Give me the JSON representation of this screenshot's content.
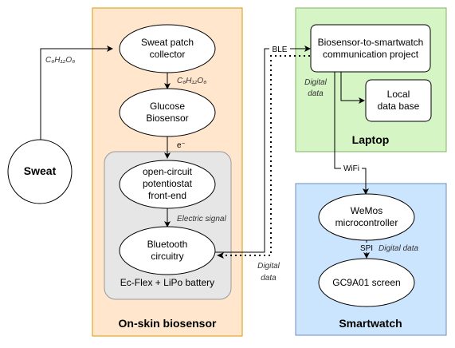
{
  "groups": {
    "onskin": {
      "title": "On-skin biosensor",
      "fill": "#FFE6CC",
      "stroke": "#d79b00"
    },
    "laptop": {
      "title": "Laptop",
      "fill": "#D5F5C4",
      "stroke": "#82b366"
    },
    "smartwatch": {
      "title": "Smartwatch",
      "fill": "#CCE5FF",
      "stroke": "#6c8ebf"
    },
    "ecflex": {
      "title": "Ec-Flex + LiPo battery",
      "fill": "#e6e6e6",
      "stroke": "#999999"
    }
  },
  "nodes": {
    "sweat": {
      "label": "Sweat"
    },
    "sweat_patch": {
      "line1": "Sweat patch",
      "line2": "collector"
    },
    "glucose": {
      "line1": "Glucose",
      "line2": "Biosensor"
    },
    "potentiostat": {
      "line1": "open-circuit",
      "line2": "potentiostat",
      "line3": "front-end"
    },
    "bluetooth": {
      "line1": "Bluetooth",
      "line2": "circuitry"
    },
    "project": {
      "line1": "Biosensor-to-smartwatch",
      "line2": "communication project"
    },
    "database": {
      "line1": "Local",
      "line2": "data base"
    },
    "wemos": {
      "line1": "WeMos",
      "line2": "microcontroller"
    },
    "screen": {
      "label": "GC9A01 screen"
    }
  },
  "edges": {
    "sweat_formula": "C₆H₁₂O₆",
    "patch_formula": "C₆H₁₂O₆",
    "electron": "e⁻",
    "electric_signal": "Electric signal",
    "ble": "BLE",
    "digital_data_laptop_line1": "Digital",
    "digital_data_laptop_line2": "data",
    "digital_data_onskin_line1": "Digital",
    "digital_data_onskin_line2": "data",
    "wifi": "WiFi",
    "spi": "SPI",
    "spi_digital_data": "Digital data"
  }
}
